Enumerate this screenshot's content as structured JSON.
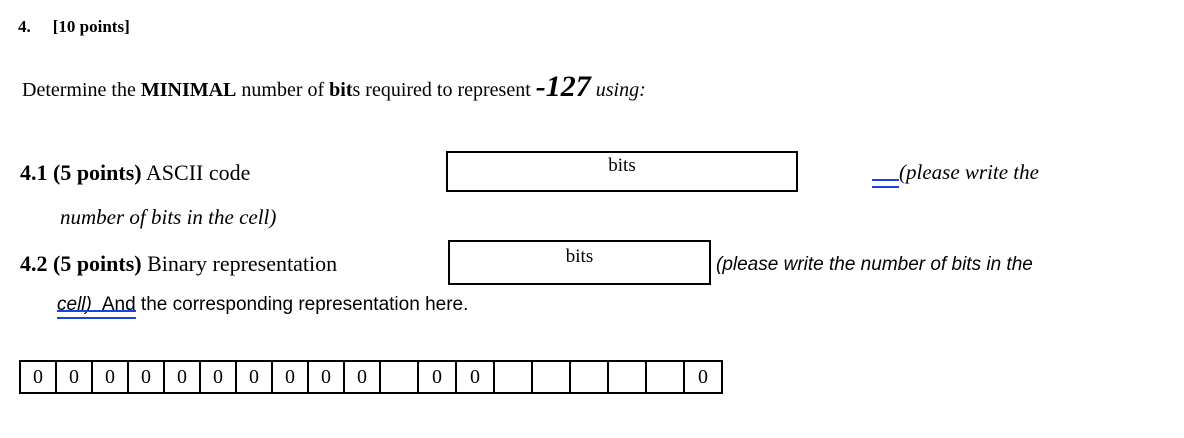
{
  "question": {
    "number": "4.",
    "points_tag": "[10 points]",
    "prompt_prefix": "Determine the ",
    "prompt_bold1": "MINIMAL",
    "prompt_mid1": " number of ",
    "prompt_bold2": "bit",
    "prompt_mid2": "s required to represent ",
    "prompt_value": "-127",
    "prompt_suffix": " using:"
  },
  "item41": {
    "label": "4.1 (5 points)",
    "text": " ASCII code",
    "continuation": "number of bits in the cell)",
    "box_label": "bits",
    "note_text": "(please write the"
  },
  "item42": {
    "label": "4.2 (5 points)",
    "text": " Binary representation",
    "box_label": "bits",
    "note_text": "(please write the number of bits in the",
    "underlined_italic": "cell)",
    "underlined_plain": "And",
    "rest": " the corresponding representation here."
  },
  "bit_table": {
    "cells": [
      {
        "value": "0",
        "width": "narrow"
      },
      {
        "value": "0",
        "width": "narrow"
      },
      {
        "value": "0",
        "width": "narrow"
      },
      {
        "value": "0",
        "width": "narrow"
      },
      {
        "value": "0",
        "width": "narrow"
      },
      {
        "value": "0",
        "width": "narrow"
      },
      {
        "value": "0",
        "width": "narrow"
      },
      {
        "value": "0",
        "width": "narrow"
      },
      {
        "value": "0",
        "width": "narrow"
      },
      {
        "value": "0",
        "width": "narrow"
      },
      {
        "value": "",
        "width": "wide"
      },
      {
        "value": "0",
        "width": "wide"
      },
      {
        "value": "0",
        "width": "wide"
      },
      {
        "value": "",
        "width": "wide"
      },
      {
        "value": "",
        "width": "wide"
      },
      {
        "value": "",
        "width": "wide"
      },
      {
        "value": "",
        "width": "wide"
      },
      {
        "value": "",
        "width": "wide"
      },
      {
        "value": "0",
        "width": "wide"
      }
    ]
  },
  "colors": {
    "grammar_underline": "#1a44dd",
    "text": "#000000",
    "background": "#ffffff"
  }
}
